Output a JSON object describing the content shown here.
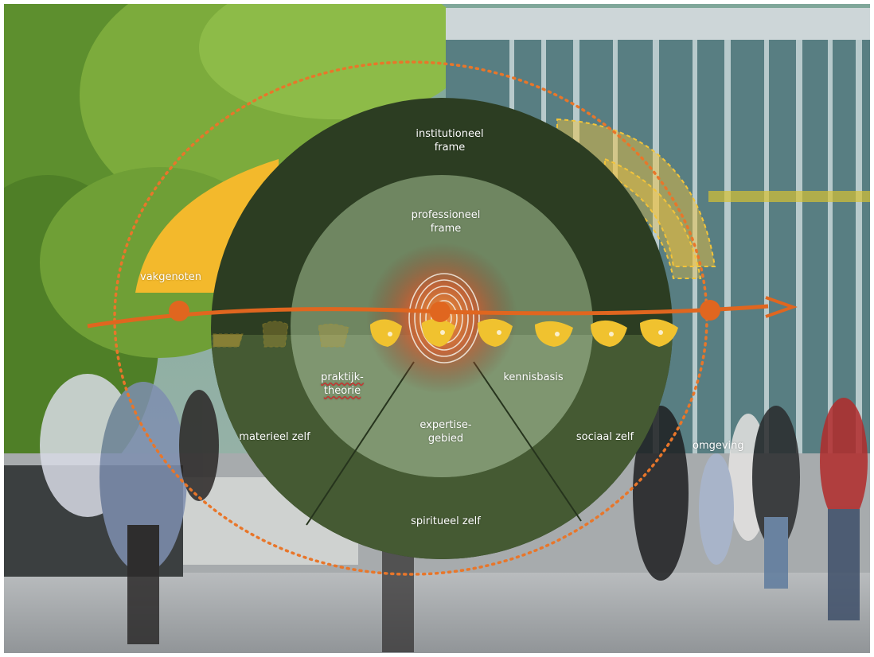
{
  "diagram": {
    "labels": {
      "institutional_frame": [
        "institutioneel",
        "frame"
      ],
      "professional_frame": [
        "professioneel",
        "frame"
      ],
      "practice_theory": [
        "praktijk-",
        "theorie"
      ],
      "knowledge_base": "kennisbasis",
      "expertise_area": [
        "expertise-",
        "gebied"
      ],
      "material_self": "materieel zelf",
      "social_self": "sociaal zelf",
      "spiritual_self": "spiritueel zelf",
      "peers": "vakgenoten",
      "environment": "omgeving"
    },
    "colors": {
      "outer_ring": "#2c3d22",
      "lower_ring": "#455a33",
      "inner_disc_upper": "#6f8661",
      "inner_disc_lower": "#7f9670",
      "arrow": "#e0661f",
      "yellow_arc": "#f3b92c",
      "orbit": "#e8762a"
    }
  }
}
